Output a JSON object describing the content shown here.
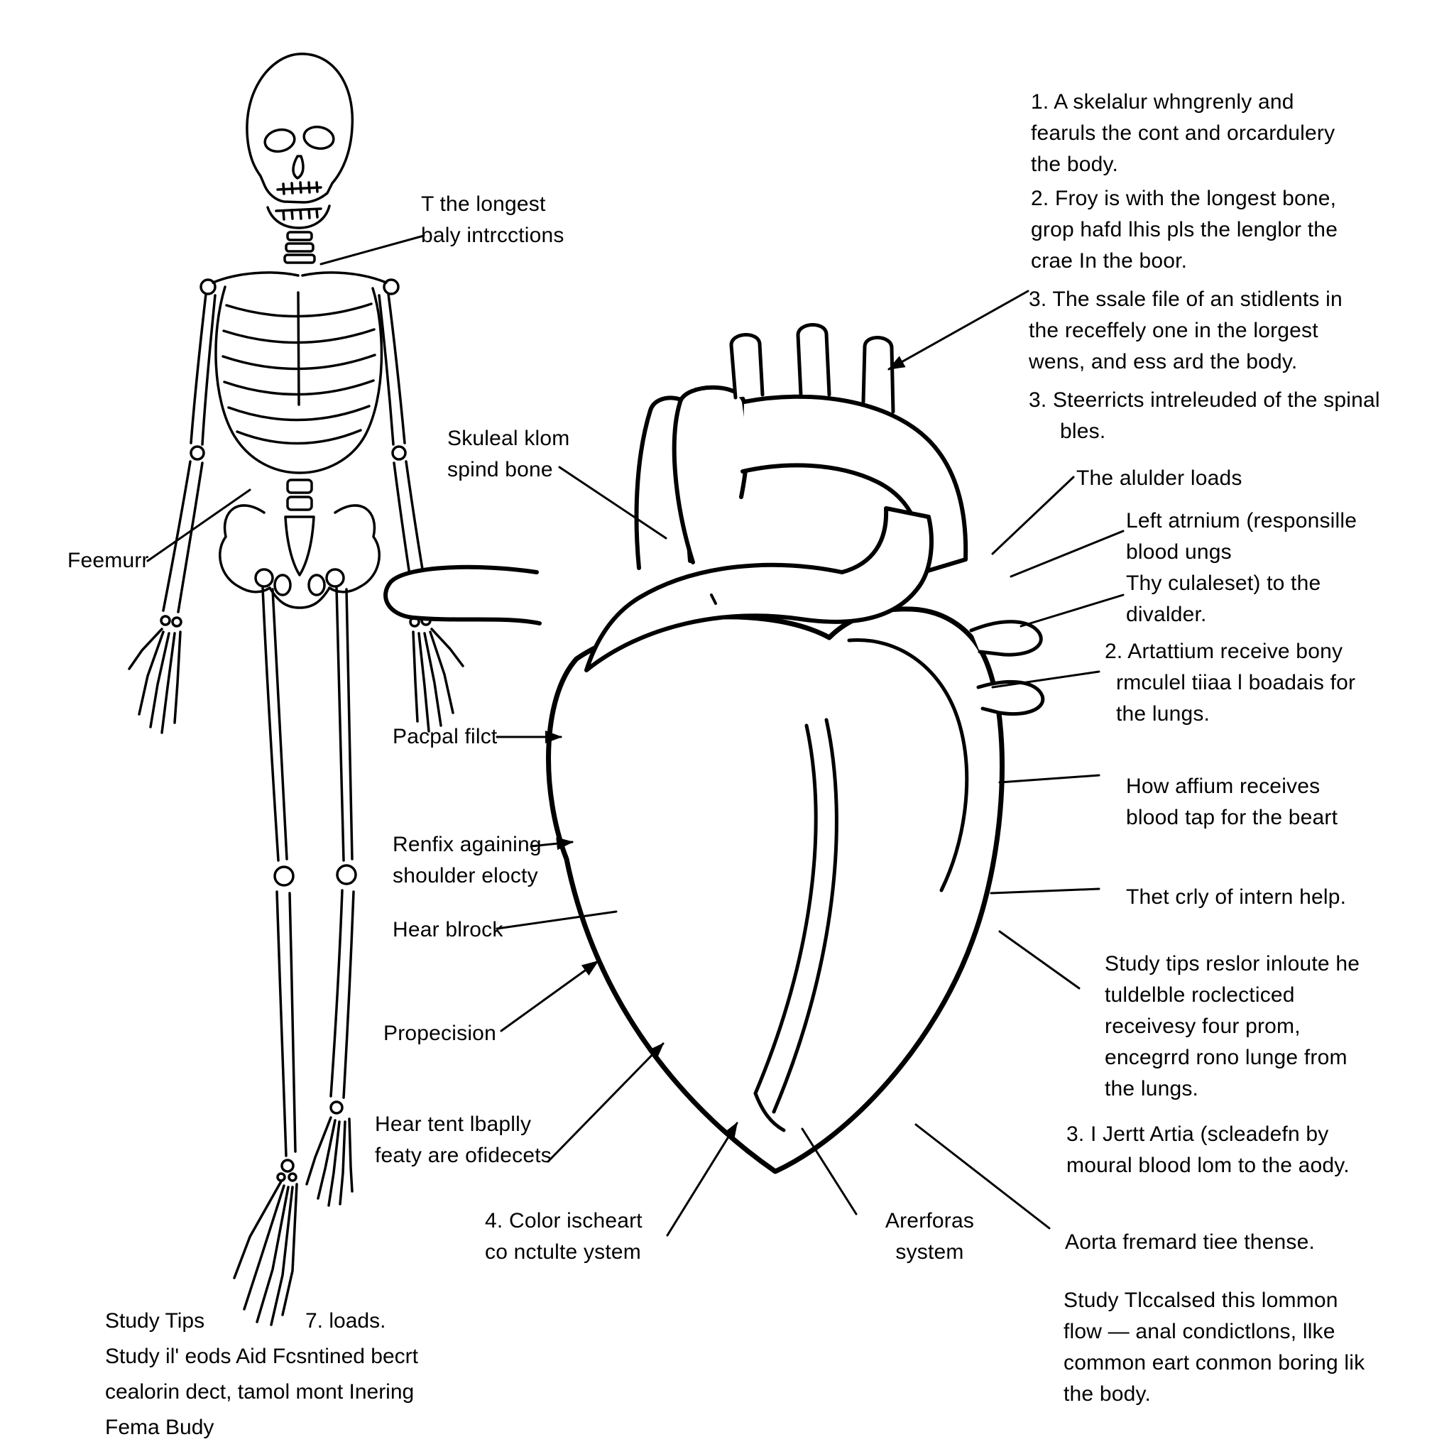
{
  "colors": {
    "background": "#ffffff",
    "ink": "#000000"
  },
  "skeleton": {
    "labels": {
      "longest": "T the longest baly intrcctions",
      "skuleal": "Skuleal klom spind bone",
      "feemur": "Feemurr",
      "pacpal": "Pacpal filct",
      "renfix": "Renfix againing shoulder elocty",
      "hear_block": "Hear blrock",
      "propecision": "Propecision",
      "hear_tent": "Hear tent lbaplly featy are ofidecets"
    },
    "study_tips": {
      "heading": "Study Tips",
      "loads": "7. loads.",
      "line2": "Study il' eods Aid Fcsntined becrt",
      "line3": "cealorin dect, tamol mont Inering",
      "line4": "Fema Budy"
    }
  },
  "heart": {
    "labels": {
      "color_ischeart": "4. Color ischeart co nctulte ystem",
      "arerforas": "Arerforas system",
      "aorta": "Aorta fremard tiee thense.",
      "alulder": "The alulder loads",
      "left_atrium": "Left atrnium (responsille blood ungs",
      "thy": "Thy culaleset) to the divalder.",
      "artattium": "2. Artattium receive bony rmculel tiiaa l boadais for the lungs.",
      "how_affium": "How affium receives blood tap for the beart",
      "thet_crly": "Thet crly of intern help."
    }
  },
  "notes": {
    "p1": "1. A skelalur whngrenly and fearuls the cont and orcardulery the body.",
    "p2": "2. Froy is with the longest bone, grop hafd lhis pls the lenglor the crae In the boor.",
    "p3": "3. The ssale file of an stidlents in the receffely one in the lorgest wens, and ess ard the body.",
    "p4": "3. Steerricts intreleuded of the spinal bles.",
    "p6": "Study tips reslor inloute he tuldelble roclecticed receivesy four prom, encegrrd rono lunge from the lungs.",
    "p7": "3. I Jertt Artia (scleadefn by moural blood lom to the aody.",
    "p8": "Study Tlccalsed this lommon flow — anal condictlons, llke common eart conmon boring lik the body."
  }
}
